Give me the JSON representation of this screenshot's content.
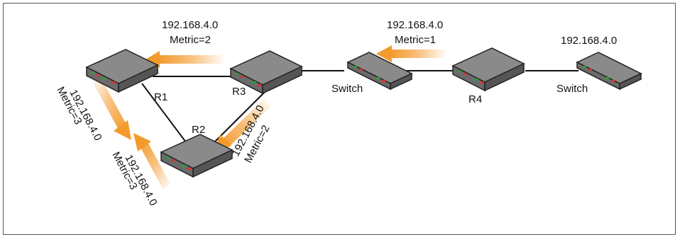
{
  "diagram": {
    "nodes": [
      {
        "id": "R1",
        "label": "R1",
        "kind": "router"
      },
      {
        "id": "R2",
        "label": "R2",
        "kind": "router"
      },
      {
        "id": "R3",
        "label": "R3",
        "kind": "router"
      },
      {
        "id": "R4",
        "label": "R4",
        "kind": "router"
      },
      {
        "id": "SW1",
        "label": "Switch",
        "kind": "switch"
      },
      {
        "id": "SW2",
        "label": "Switch",
        "kind": "switch"
      },
      {
        "id": "NET",
        "label": "192.168.4.0",
        "kind": "network-device"
      }
    ],
    "edges": [
      {
        "from": "R1",
        "to": "R3"
      },
      {
        "from": "R1",
        "to": "R2"
      },
      {
        "from": "R3",
        "to": "R2"
      },
      {
        "from": "R3",
        "to": "SW1"
      },
      {
        "from": "SW1",
        "to": "R4"
      },
      {
        "from": "R4",
        "to": "SW2"
      }
    ],
    "advertisements": [
      {
        "network": "192.168.4.0",
        "metric": "Metric=2",
        "from": "R3",
        "to": "R1"
      },
      {
        "network": "192.168.4.0",
        "metric": "Metric=1",
        "from": "R4",
        "to": "R3"
      },
      {
        "network": "192.168.4.0",
        "metric": "Metric=2",
        "from": "R3",
        "to": "R2"
      },
      {
        "network": "192.168.4.0",
        "metric": "Metric=3",
        "from": "R1",
        "to": "R2"
      },
      {
        "network": "192.168.4.0",
        "metric": "Metric=3",
        "from": "R2",
        "to": "R1"
      }
    ],
    "colors": {
      "arrow": "#f39a2c",
      "device_top": "#8a8a8a",
      "device_side": "#5e5e5e",
      "link": "#111111"
    }
  }
}
